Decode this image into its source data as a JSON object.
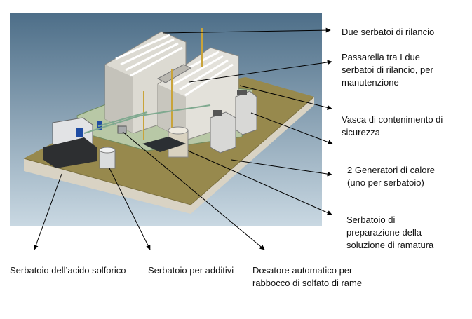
{
  "labels": {
    "due_serbatoi": "Due serbatoi di rilancio",
    "passarella": "Passarella tra I due\nserbatoi di rilancio, per\nmanutenzione",
    "vasca": "Vasca di contenimento di\nsicurezza",
    "generatori": "2 Generatori di calore\n (uno per serbatoio)",
    "serbatoio_preparazione": "Serbatoio di\npreparazione della\nsoluzione di ramatura",
    "serbatoio_acido": "Serbatoio dell’acido solforico",
    "serbatoio_additivi": "Serbatoio per additivi",
    "dosatore": "Dosatore automatico per\n rabbocco di solfato di rame"
  },
  "colors": {
    "sky_top": "#4d6e88",
    "sky_bottom": "#c9d8e2",
    "platform": "#97894d",
    "platform_side": "#d9d3c4",
    "tank": "#e8e6e0",
    "pipe_green": "#7fa98f",
    "arrow": "#000000"
  }
}
